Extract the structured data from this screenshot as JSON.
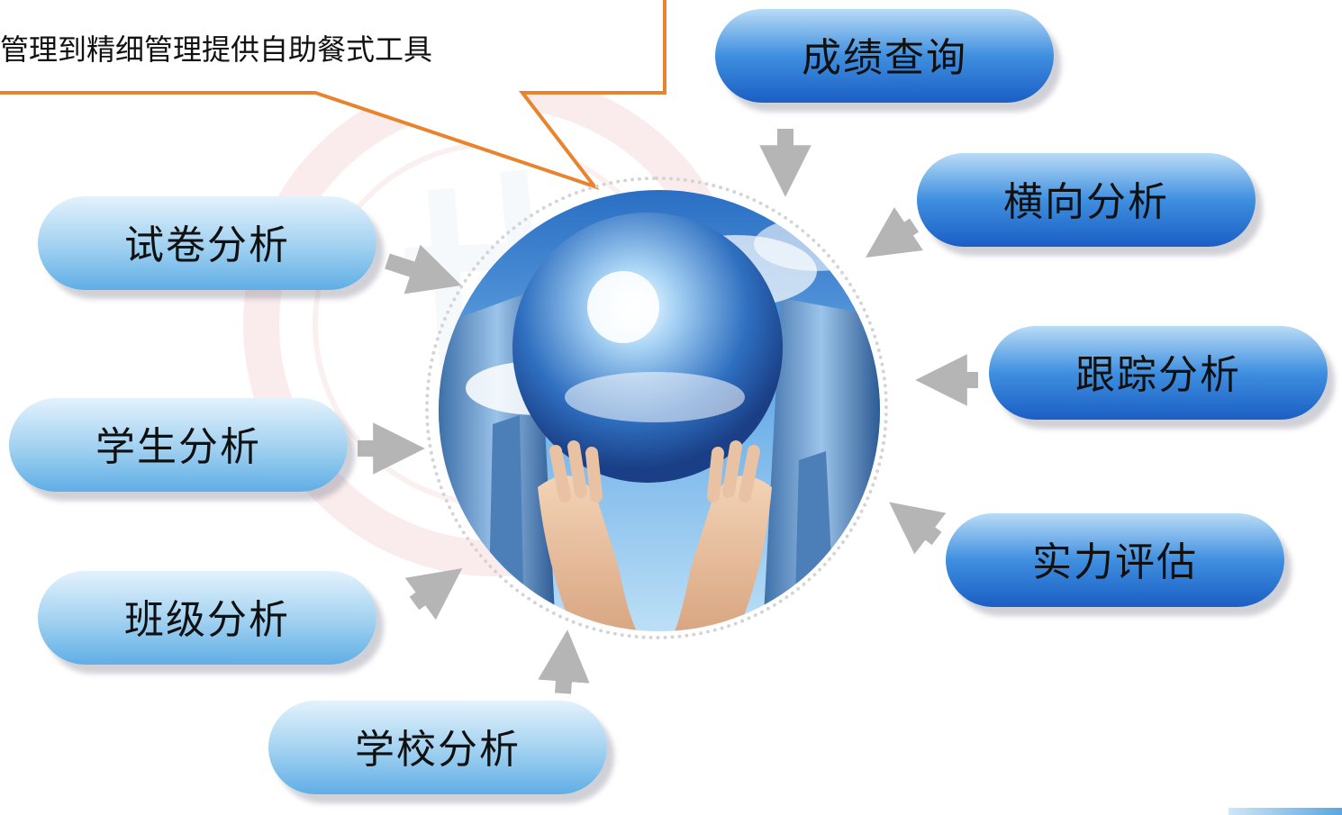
{
  "callout": {
    "text": "管理到精细管理提供自助餐式工具"
  },
  "nodes": {
    "chengji": {
      "label": "成绩查询"
    },
    "hengxiang": {
      "label": "横向分析"
    },
    "genzong": {
      "label": "跟踪分析"
    },
    "shili": {
      "label": "实力评估"
    },
    "shijuan": {
      "label": "试卷分析"
    },
    "xuesheng": {
      "label": "学生分析"
    },
    "banji": {
      "label": "班级分析"
    },
    "xuexiao": {
      "label": "学校分析"
    }
  },
  "colors": {
    "callout_border": "#e8842e",
    "pill_dark": "#1a5fc4",
    "pill_light": "#9fd0f0",
    "arrow": "#b5b5b5"
  },
  "icons": {
    "center": "globe-in-hands-icon"
  }
}
